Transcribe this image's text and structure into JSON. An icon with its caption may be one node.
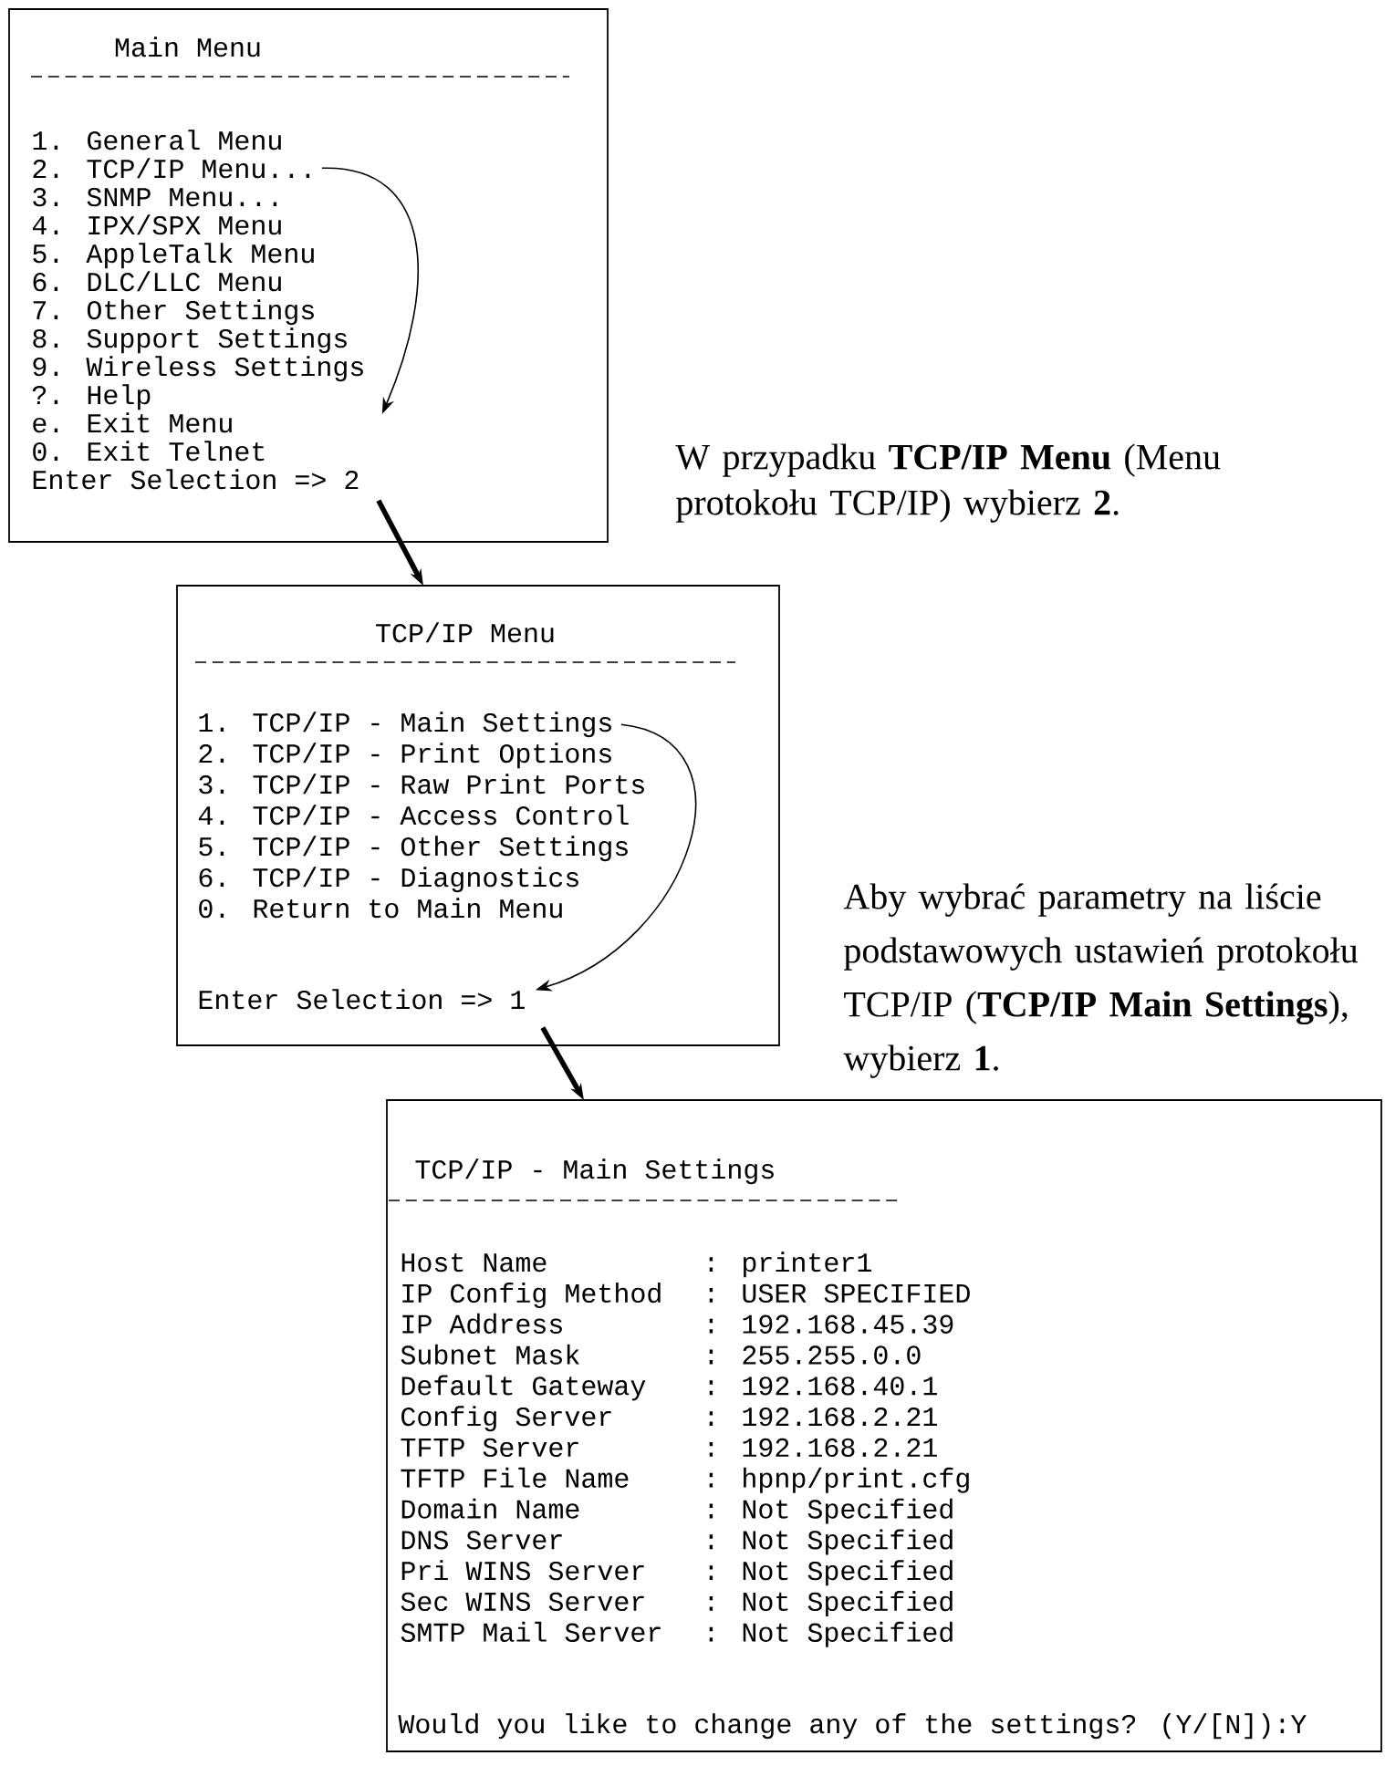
{
  "diagram": {
    "nodes": [
      {
        "text": [
          "Main Menu",
          "1. General Menu",
          "3. SNMP Menu...",
          "4. IPX/SPX Menu",
          "5. AppleTalk Menu",
          "6. DLC/LLC Menu",
          "7. Other Settings",
          "8. Support Settings",
          "9. Wireless Settings",
          "?. Help",
          "e. Exit Menu",
          "0. Exit Telnet"
        ]
      },
      {
        "text": [
          "2. TCP/IP Menu..."
        ],
        "in": 0
      },
      {
        "text": [
          "Enter Selection => 2"
        ],
        "in": 0
      },
      {
        "text": [
          "TCP/IP Menu",
          "2. TCP/IP - Print Options",
          "3. TCP/IP - Raw Print Ports",
          "4. TCP/IP - Access Control",
          "5. TCP/IP - Other Settings",
          "6. TCP/IP - Diagnostics",
          "0. Return to Main Menu"
        ]
      },
      {
        "text": [
          "1. TCP/IP - Main Settings"
        ],
        "in": 3
      },
      {
        "text": [
          "Enter Selection => 1"
        ],
        "in": 3
      },
      {
        "text": [
          "TCP/IP - Main Settings",
          "Host Name",
          ": printer1",
          "IP Config Method",
          ": USER SPECIFIED",
          "IP Address",
          ": 192.168.45.39",
          "Subnet Mask",
          ": 255.255.0.0",
          "Default Gateway",
          ": 192.168.40.1",
          "Config Server",
          ": 192.168.2.21",
          "TFTP Server",
          ": 192.168.2.21",
          "TFTP File Name",
          ": hpnp/print.cfg",
          "Domain Name",
          ": Not Specified",
          "DNS Server",
          ": Not Specified",
          "Pri WINS Server",
          ": Not Specified",
          "Sec WINS Server",
          ": Not Specified",
          "SMTP Mail Server",
          ": Not Specified",
          "Would you like to change any of the settings? (Y/[N]):Y"
        ]
      }
    ],
    "edges": [
      {
        "from": 1,
        "to": 2,
        "arrow": "to"
      },
      {
        "from": 2,
        "to": 3,
        "arrow": "to",
        "style": "thick"
      },
      {
        "from": 4,
        "to": 5,
        "arrow": "to"
      },
      {
        "from": 5,
        "to": 6,
        "arrow": "to",
        "style": "thick"
      }
    ],
    "labels": [
      "W przypadku **TCP/IP Menu** (Menu protokołu TCP/IP) wybierz **2**.",
      "Aby wybrać parametry na liście podstawowych ustawień protokołu TCP/IP (**TCP/IP Main Settings**), wybierz **1**."
    ]
  }
}
